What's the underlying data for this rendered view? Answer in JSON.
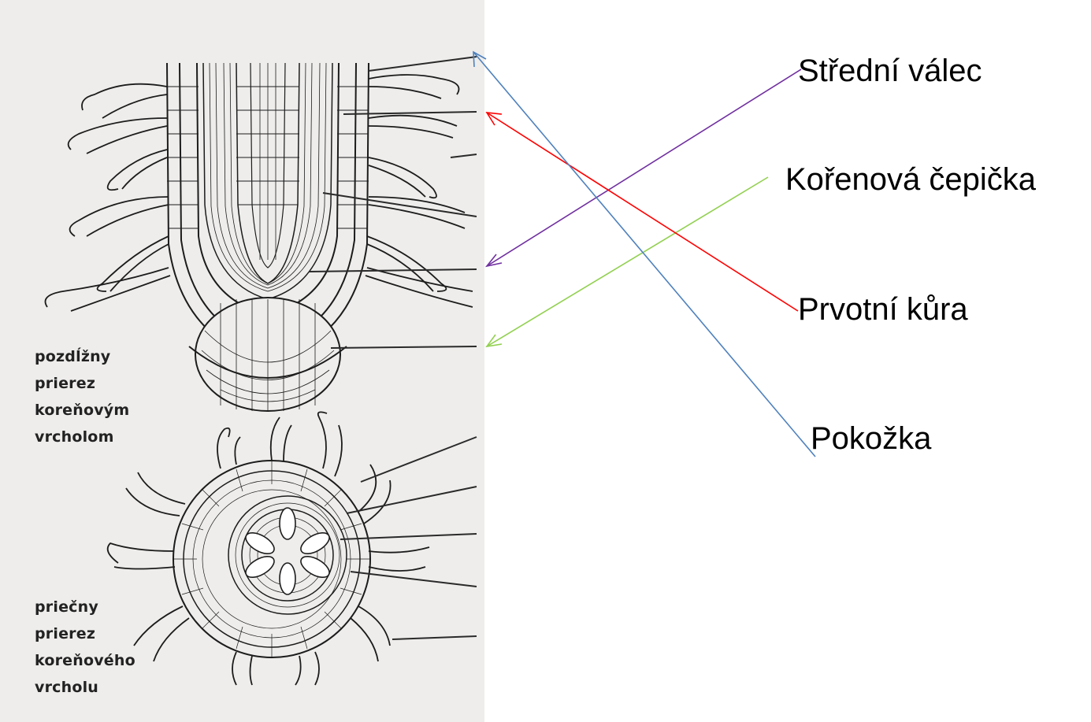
{
  "scan": {
    "longitudinal_caption": [
      "pozdĺžny",
      "prierez",
      "koreňovým",
      "vrcholom"
    ],
    "cross_caption": [
      "priečny",
      "prierez",
      "koreňového",
      "vrcholu"
    ]
  },
  "answers": [
    {
      "id": "stredni-valec",
      "text": "Střední válec",
      "color": "#7030a0"
    },
    {
      "id": "korenova-cepicka",
      "text": "Kořenová čepička",
      "color": "#92d050"
    },
    {
      "id": "prvotni-kura",
      "text": "Prvotní kůra",
      "color": "#ff0000"
    },
    {
      "id": "pokozka",
      "text": "Pokožka",
      "color": "#4f81bd"
    }
  ]
}
